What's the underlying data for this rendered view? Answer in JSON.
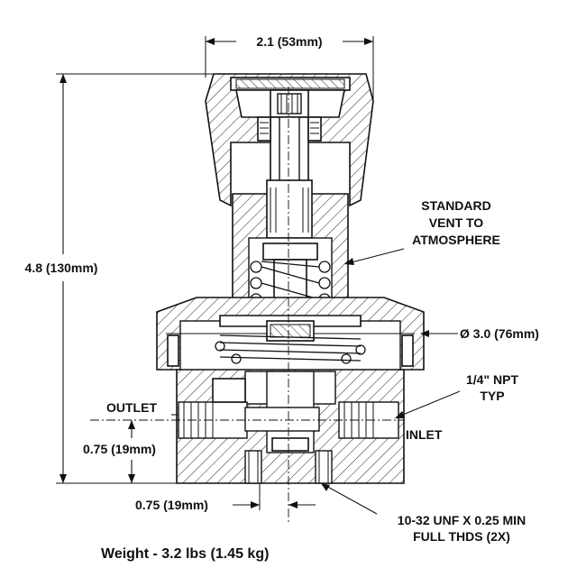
{
  "dimensions": {
    "top_width": "2.1 (53mm)",
    "overall_height": "4.8 (130mm)",
    "body_diameter": "Ø 3.0 (76mm)",
    "port_height": "0.75 (19mm)",
    "port_offset": "0.75 (19mm)"
  },
  "callouts": {
    "vent_line1": "STANDARD",
    "vent_line2": "VENT TO",
    "vent_line3": "ATMOSPHERE",
    "npt_line1": "1/4\" NPT",
    "npt_line2": "TYP",
    "outlet": "OUTLET",
    "inlet": "INLET",
    "thread_line1": "10-32 UNF X 0.25 MIN",
    "thread_line2": "FULL THDS (2X)"
  },
  "footer": {
    "weight": "Weight - 3.2 lbs (1.45 kg)"
  }
}
